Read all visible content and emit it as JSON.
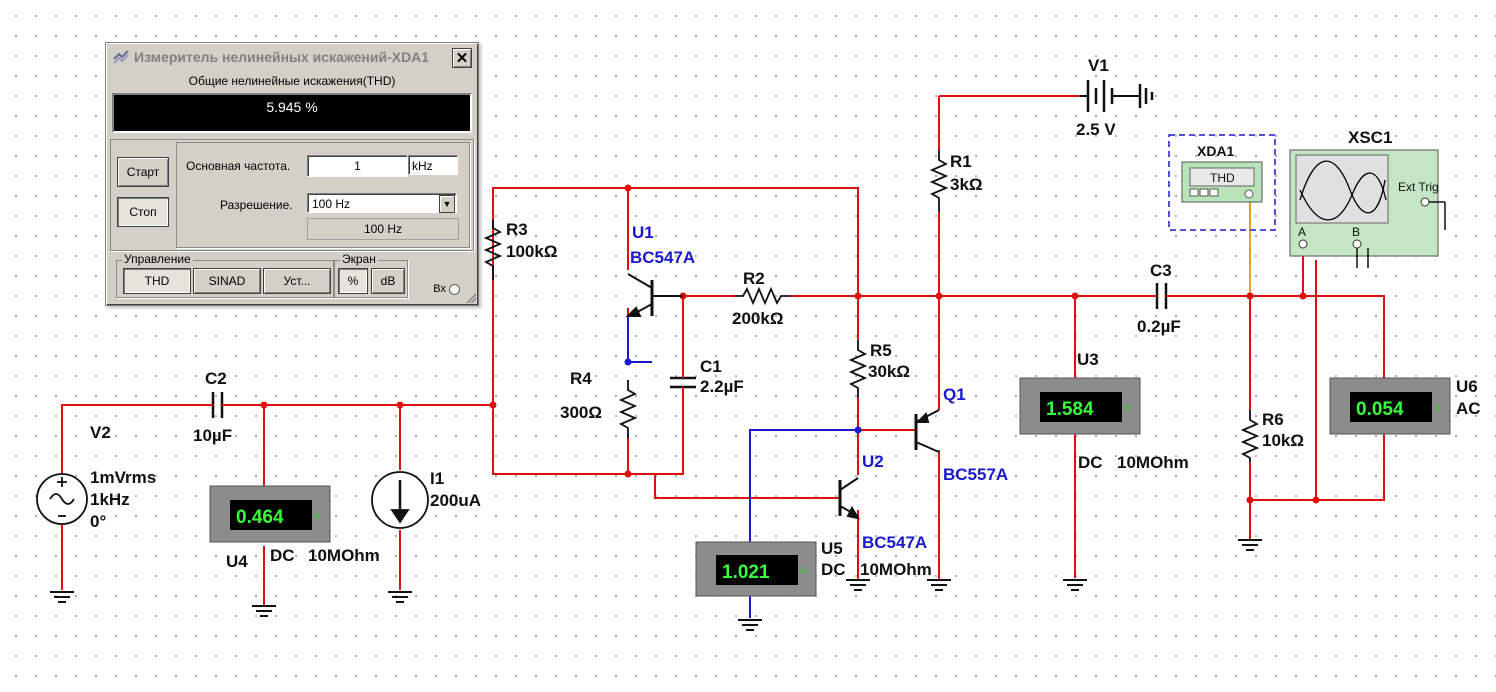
{
  "analyzer_window": {
    "title": "Измеритель нелинейных искажений-XDA1",
    "thd_caption": "Общие нелинейные искажения(THD)",
    "thd_value": "5.945 %",
    "start_button": "Старт",
    "stop_button": "Стоп",
    "fundamental_label": "Основная частота.",
    "fundamental_value": "1",
    "fundamental_unit": "kHz",
    "resolution_label": "Разрешение.",
    "resolution_value": "100 Hz",
    "resolution_readout": "100 Hz",
    "control_group": "Управление",
    "control_buttons": [
      "THD",
      "SINAD",
      "Уст..."
    ],
    "display_group": "Экран",
    "display_buttons": [
      "%",
      "dB"
    ],
    "io_label": "Вх"
  },
  "components": {
    "V1": {
      "name": "V1",
      "value": "2.5 V"
    },
    "V2": {
      "name": "V2",
      "amplitude": "1mVrms",
      "frequency": "1kHz",
      "phase": "0°"
    },
    "R1": {
      "name": "R1",
      "value": "3kΩ"
    },
    "R2": {
      "name": "R2",
      "value": "200kΩ"
    },
    "R3": {
      "name": "R3",
      "value": "100kΩ"
    },
    "R4": {
      "name": "R4",
      "value": "300Ω"
    },
    "R5": {
      "name": "R5",
      "value": "30kΩ"
    },
    "R6": {
      "name": "R6",
      "value": "10kΩ"
    },
    "C1": {
      "name": "C1",
      "value": "2.2µF"
    },
    "C2": {
      "name": "C2",
      "value": "10µF"
    },
    "C3": {
      "name": "C3",
      "value": "0.2µF"
    },
    "I1": {
      "name": "I1",
      "value": "200uA"
    },
    "U1": {
      "name": "U1",
      "model": "BC547A"
    },
    "U2": {
      "name": "U2",
      "model": "BC547A"
    },
    "Q1": {
      "name": "Q1",
      "model": "BC557A"
    }
  },
  "meters": {
    "U3": {
      "name": "U3",
      "reading": "1.584",
      "mode": "DC",
      "impedance": "10MOhm"
    },
    "U4": {
      "name": "U4",
      "reading": "0.464",
      "mode": "DC",
      "impedance": "10MOhm"
    },
    "U5": {
      "name": "U5",
      "reading": "1.021",
      "mode": "DC",
      "impedance": "10MOhm"
    },
    "U6": {
      "name": "U6",
      "reading": "0.054",
      "mode": "AC"
    },
    "unit_mark": "V"
  },
  "instruments": {
    "xda1": {
      "name": "XDA1",
      "screen": "THD"
    },
    "xsc1": {
      "name": "XSC1",
      "ext_trig": "Ext Trig",
      "channel_a": "A",
      "channel_b": "B"
    }
  },
  "colors": {
    "wire_red": "#e01010",
    "wire_blue": "#1a1acc",
    "wire_orange": "#f0a020",
    "meter_bg": "#000000",
    "meter_digits": "#39ff3a"
  }
}
